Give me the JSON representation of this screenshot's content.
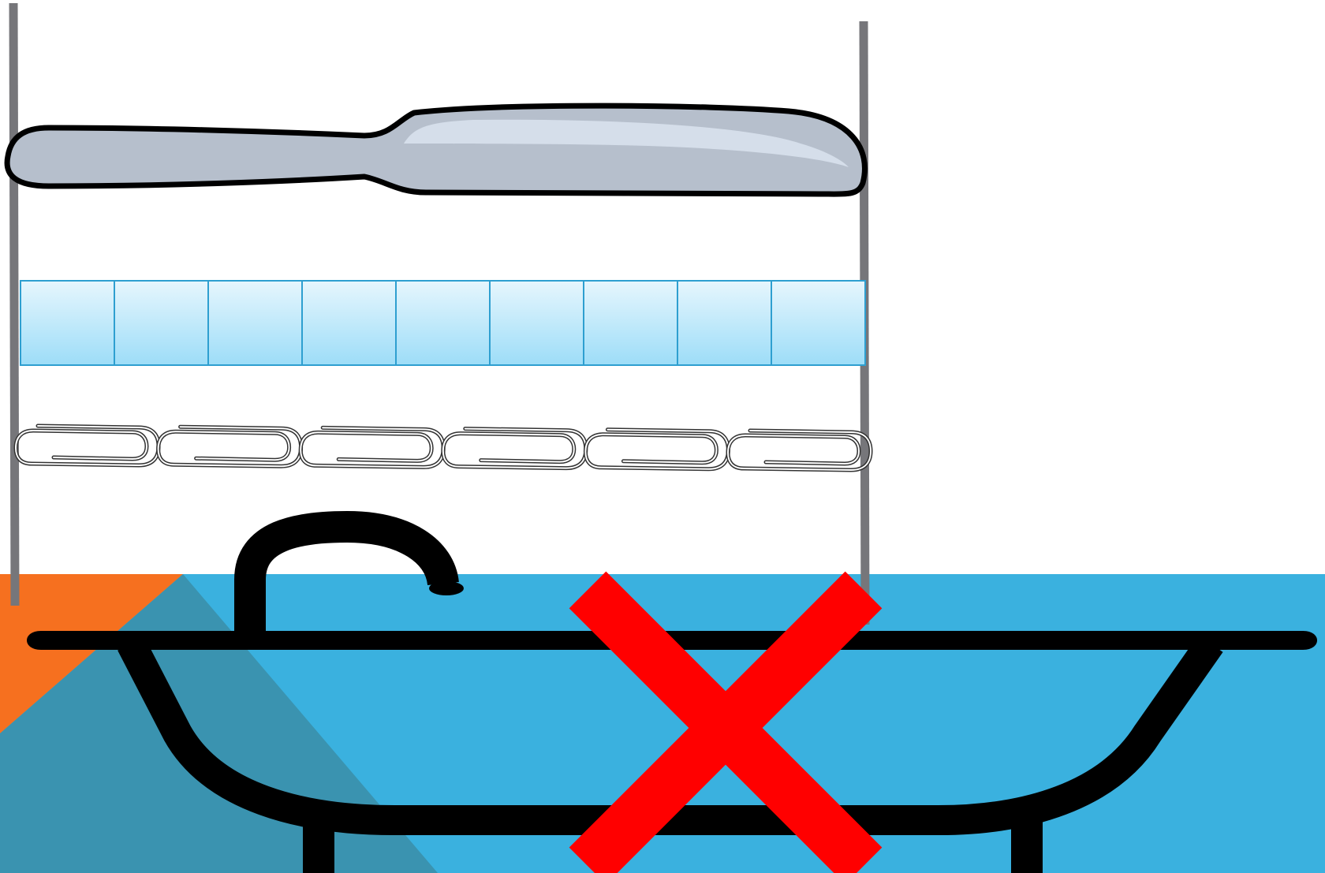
{
  "slide": {
    "background_color": "#ffffff",
    "footer_band": {
      "primary_color": "#3AB1DF",
      "accent_color": "#F6701F",
      "shade_color": "#3A93B0"
    }
  },
  "measurement": {
    "object": "knife",
    "units": [
      {
        "name": "cubes",
        "count": 9,
        "fill_top": "#E6F6FD",
        "fill_bottom": "#9DDDF8",
        "stroke": "#2E9FD0"
      },
      {
        "name": "paper-clips",
        "count": 6,
        "stroke": "#333333"
      }
    ],
    "start_line_color": "#76767A",
    "end_line_color": "#76767A"
  },
  "rejected_unit": {
    "name": "bathtub",
    "mark_icon": "red-x-icon",
    "mark_color": "#FF0000",
    "tub_color": "#000000"
  },
  "knife": {
    "fill": "#B6BFCC",
    "highlight": "#D5DEEA",
    "outline": "#000000"
  }
}
